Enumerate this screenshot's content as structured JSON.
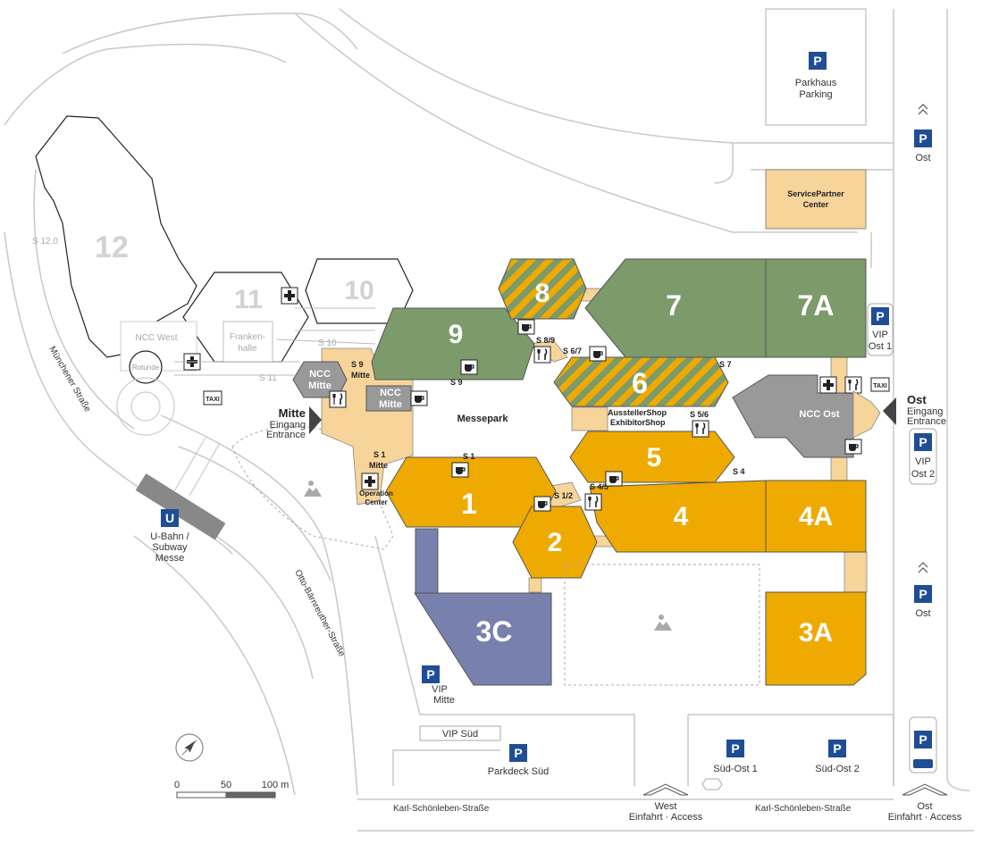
{
  "halls": {
    "h1": "1",
    "h2": "2",
    "h3a": "3A",
    "h3c": "3C",
    "h4": "4",
    "h4a": "4A",
    "h5": "5",
    "h6": "6",
    "h7": "7",
    "h7a": "7A",
    "h8": "8",
    "h9": "9",
    "h10": "10",
    "h11": "11",
    "h12": "12"
  },
  "buildings": {
    "ncc_west": "NCC West",
    "rotunde": "Rotunde",
    "frankenhalle_1": "Franken-",
    "frankenhalle_2": "halle",
    "ncc_mitte_1": "NCC",
    "ncc_mitte_2": "Mitte",
    "ncc_mitte_small_1": "NCC",
    "ncc_mitte_small_2": "Mitte",
    "ncc_ost": "NCC Ost",
    "servicepartner_1": "ServicePartner",
    "servicepartner_2": "Center",
    "parkhaus_1": "Parkhaus",
    "parkhaus_2": "Parking",
    "messepark": "Messepark",
    "shop_1": "AusstellerShop",
    "shop_2": "ExhibitorShop",
    "operation_1": "Operation",
    "operation_2": "Center"
  },
  "entrances": {
    "s12": "S 12.0",
    "s10": "S 10",
    "s11": "S 11",
    "s9": "S 9",
    "s9mitte": "Mitte",
    "s9b": "S 9",
    "s1": "S 1",
    "s1mitte": "Mitte",
    "s1b": "S 1",
    "s12_1": "S 1/2",
    "s45": "S 4/5",
    "s4": "S 4",
    "s56": "S 5/6",
    "s67": "S 6/7",
    "s7": "S 7",
    "s89": "S 8/9"
  },
  "main_entrances": {
    "mitte_title": "Mitte",
    "mitte_1": "Eingang",
    "mitte_2": "Entrance",
    "ost_title": "Ost",
    "ost_1": "Eingang",
    "ost_2": "Entrance"
  },
  "parking": {
    "p_letter": "P",
    "ost_top": "Ost",
    "vip_ost1_1": "VIP",
    "vip_ost1_2": "Ost 1",
    "vip_ost2_1": "VIP",
    "vip_ost2_2": "Ost 2",
    "ost_mid": "Ost",
    "vip_mitte_1": "VIP",
    "vip_mitte_2": "Mitte",
    "vip_sued": "VIP Süd",
    "parkdeck_sued": "Parkdeck Süd",
    "sued_ost_1": "Süd-Ost 1",
    "sued_ost_2": "Süd-Ost 2"
  },
  "transit": {
    "u_letter": "U",
    "ubahn_1": "U-Bahn /",
    "ubahn_2": "Subway",
    "ubahn_3": "Messe",
    "taxi": "TAXI"
  },
  "access": {
    "west_1": "West",
    "west_2": "Einfahrt · Access",
    "ost_1": "Ost",
    "ost_2": "Einfahrt · Access"
  },
  "streets": {
    "muenchener": "Münchener Straße",
    "otto": "Otto-Bärnreuther-Straße",
    "karl_left": "Karl-Schönleben-Straße",
    "karl_right": "Karl-Schönleben-Straße"
  },
  "scale": {
    "s0": "0",
    "s50": "50",
    "s100": "100 m"
  },
  "colors": {
    "hall_orange": "#eeaa00",
    "hall_green": "#7c9a6a",
    "hall_blue": "#7880ad",
    "ncc_grey": "#999999",
    "corridor": "#f6d49a",
    "parking_blue": "#1f4e96",
    "road": "#c8c8c8"
  },
  "icons": [
    "parking-icon",
    "first-aid-icon",
    "cafe-icon",
    "restaurant-icon",
    "taxi-icon",
    "subway-icon",
    "construction-icon",
    "compass-icon",
    "coach-parking-icon",
    "entrance-arrow-icon"
  ]
}
